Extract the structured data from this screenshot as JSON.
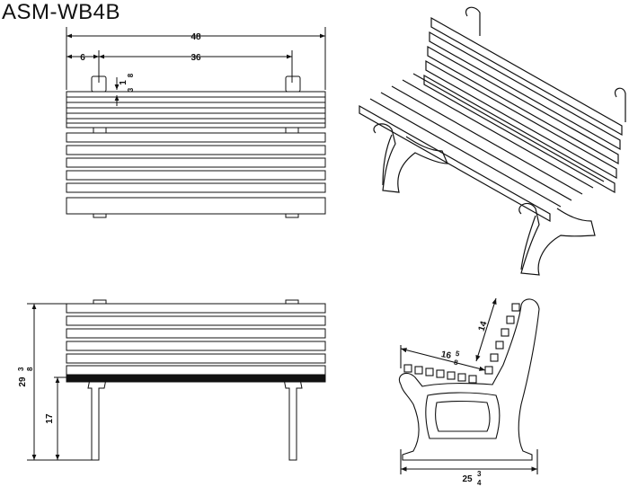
{
  "title": "ASM-WB4B",
  "top_view": {
    "overall_width": "48",
    "leg_inset": "6",
    "leg_spacing": "36",
    "slat_gap_whole": "1",
    "slat_gap_frac_num": "3",
    "slat_gap_frac_den": "8"
  },
  "front_view": {
    "overall_height_whole": "29",
    "overall_height_frac_num": "3",
    "overall_height_frac_den": "8",
    "seat_height": "17"
  },
  "side_view": {
    "seat_depth_whole": "16",
    "seat_depth_frac_num": "5",
    "seat_depth_frac_den": "8",
    "back_height": "14",
    "overall_depth_whole": "25",
    "overall_depth_frac_num": "3",
    "overall_depth_frac_den": "4"
  }
}
